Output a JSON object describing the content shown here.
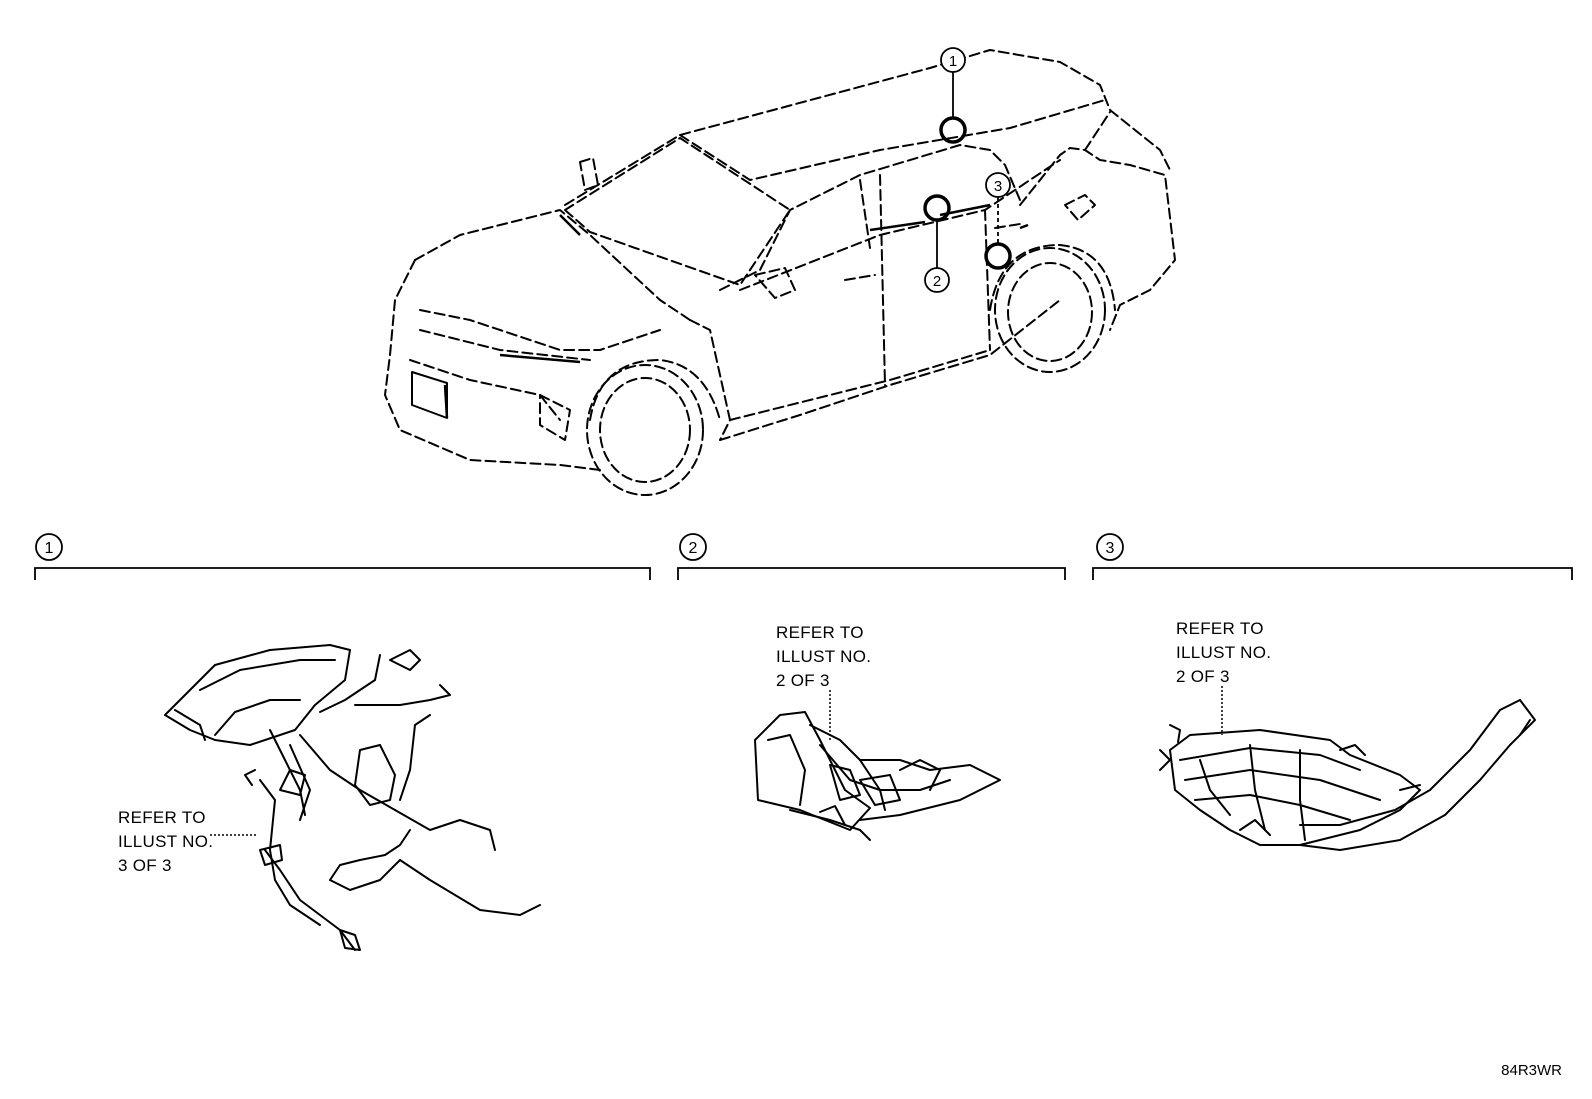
{
  "callouts": [
    "1",
    "2",
    "3"
  ],
  "sections": [
    {
      "number": "1",
      "refer": [
        "REFER TO",
        "ILLUST NO.",
        "3 OF 3"
      ]
    },
    {
      "number": "2",
      "refer": [
        "REFER TO",
        "ILLUST NO.",
        "2 OF 3"
      ]
    },
    {
      "number": "3",
      "refer": [
        "REFER TO",
        "ILLUST NO.",
        "2 OF 3"
      ]
    }
  ],
  "illustration_code": "84R3WR"
}
